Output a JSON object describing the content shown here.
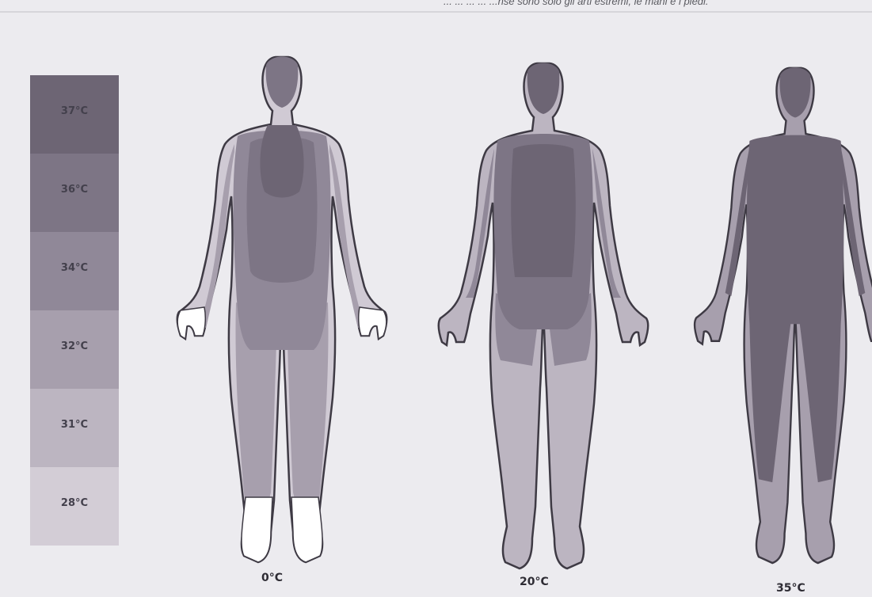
{
  "caption": "... ... ... ... ...nse sono solo gli arti estremi, le mani e i piedi.",
  "scale": {
    "bands": [
      {
        "label": "37°C",
        "color": "#6d6574"
      },
      {
        "label": "36°C",
        "color": "#7d7585"
      },
      {
        "label": "34°C",
        "color": "#908898"
      },
      {
        "label": "32°C",
        "color": "#a79fad"
      },
      {
        "label": "31°C",
        "color": "#bcb5c1"
      },
      {
        "label": "28°C",
        "color": "#d3cdd6"
      }
    ]
  },
  "figures": [
    {
      "label": "0°C"
    },
    {
      "label": "20°C"
    },
    {
      "label": "35°C"
    }
  ]
}
